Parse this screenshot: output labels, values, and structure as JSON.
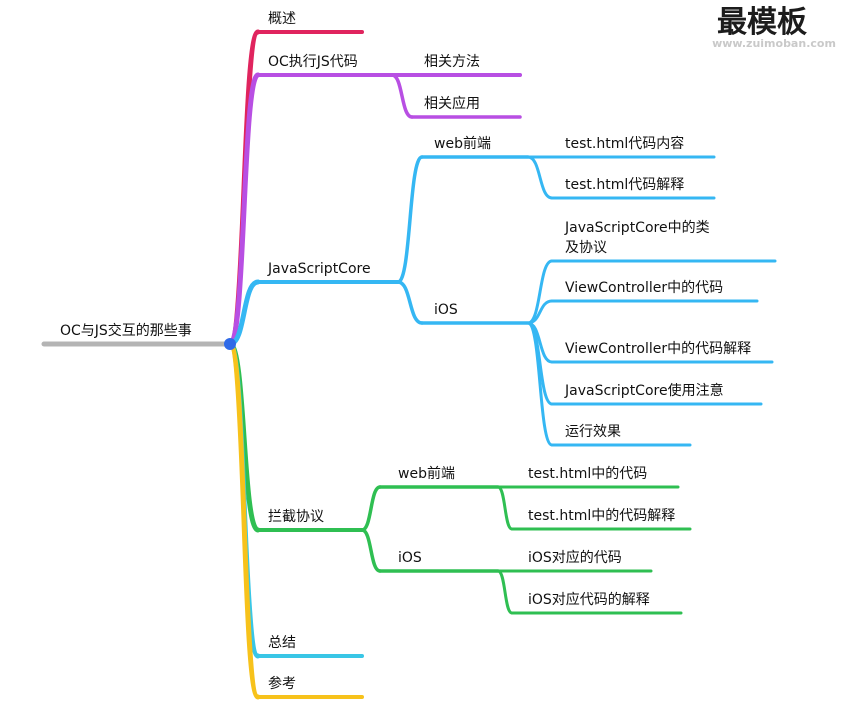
{
  "root": {
    "label": "OC与JS交互的那些事",
    "color": "#b4b4b4",
    "node_color": "#2f6ae8"
  },
  "watermark": {
    "main": "最模板",
    "sub": "www.zuimoban.com"
  },
  "branches": [
    {
      "label": "概述",
      "color": "#e0245e",
      "children": []
    },
    {
      "label": "OC执行JS代码",
      "color": "#b84fe3",
      "children": [
        {
          "label": "相关方法",
          "children": []
        },
        {
          "label": "相关应用",
          "children": []
        }
      ]
    },
    {
      "label": "JavaScriptCore",
      "color": "#35b7f3",
      "children": [
        {
          "label": "web前端",
          "children": [
            {
              "label": "test.html代码内容"
            },
            {
              "label": "test.html代码解释"
            }
          ]
        },
        {
          "label": "iOS",
          "children": [
            {
              "label": "JavaScriptCore中的类及协议"
            },
            {
              "label": "ViewController中的代码"
            },
            {
              "label": "ViewController中的代码解释"
            },
            {
              "label": "JavaScriptCore使用注意"
            },
            {
              "label": "运行效果"
            }
          ]
        }
      ]
    },
    {
      "label": "拦截协议",
      "color": "#2fbf52",
      "children": [
        {
          "label": "web前端",
          "children": [
            {
              "label": "test.html中的代码"
            },
            {
              "label": "test.html中的代码解释"
            }
          ]
        },
        {
          "label": "iOS",
          "children": [
            {
              "label": "iOS对应的代码"
            },
            {
              "label": "iOS对应代码的解释"
            }
          ]
        }
      ]
    },
    {
      "label": "总结",
      "color": "#39c6e6",
      "children": []
    },
    {
      "label": "参考",
      "color": "#f7c21b",
      "children": []
    }
  ]
}
